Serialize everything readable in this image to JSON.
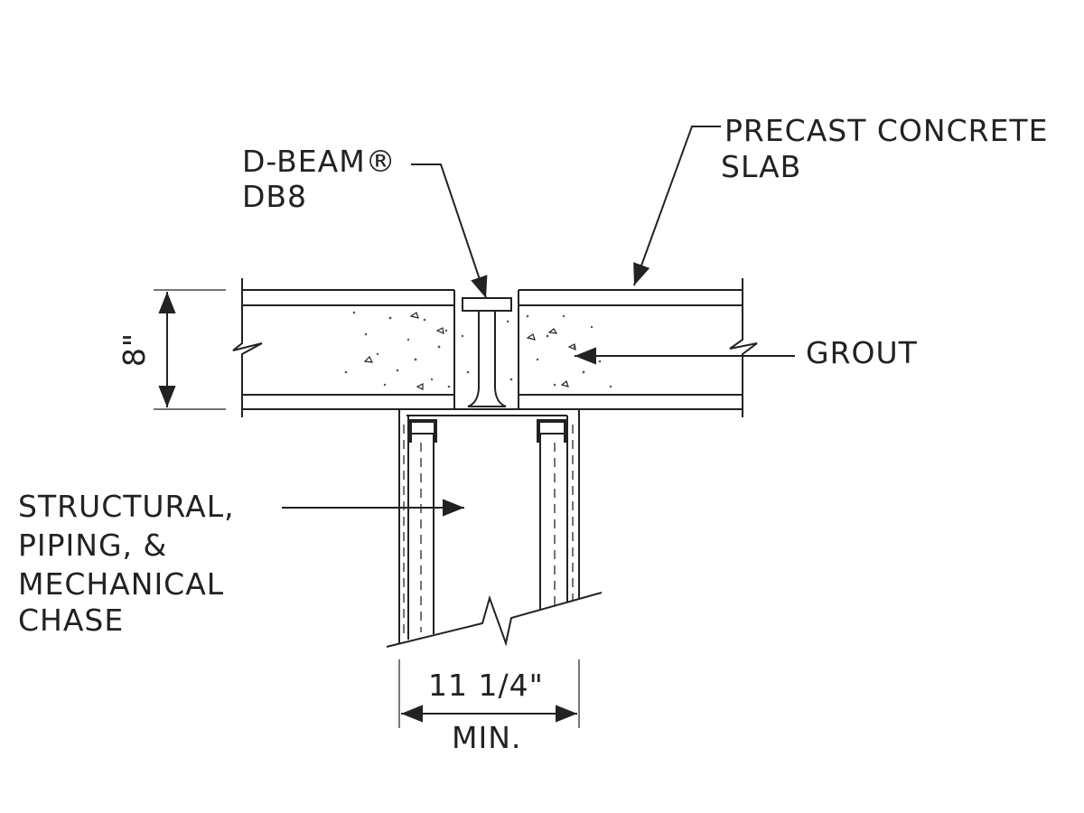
{
  "labels": {
    "dbeam_line1": "D-BEAM®",
    "dbeam_line2": "DB8",
    "slab_line1": "PRECAST CONCRETE",
    "slab_line2": "SLAB",
    "grout": "GROUT",
    "chase_line1": "STRUCTURAL,",
    "chase_line2": "PIPING, &",
    "chase_line3": "MECHANICAL",
    "chase_line4": "CHASE",
    "slab_depth": "8\"",
    "chase_width": "11 1/4\"",
    "chase_width_note": "MIN."
  }
}
